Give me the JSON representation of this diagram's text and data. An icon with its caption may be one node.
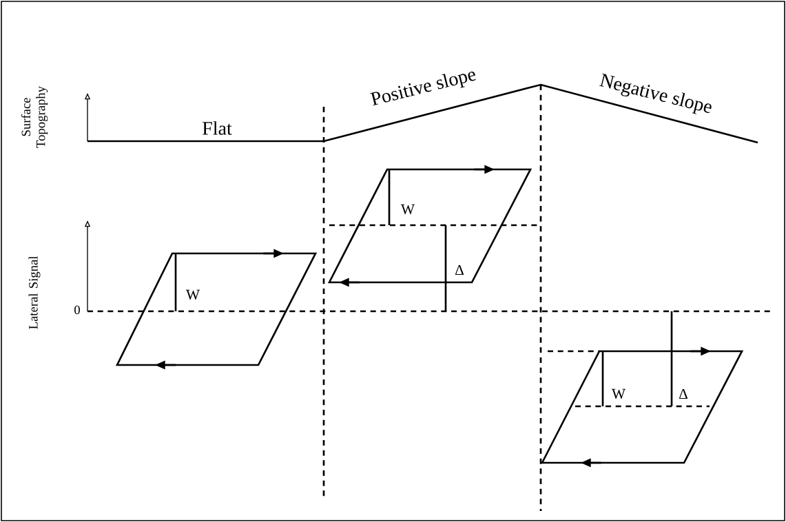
{
  "diagram": {
    "labels": [
      "Surface Topography",
      "Flat",
      "Positive slope",
      "Negative slope",
      "W",
      "Δ",
      "Lateral Signal",
      "0",
      "W",
      "W",
      "Δ"
    ]
  }
}
